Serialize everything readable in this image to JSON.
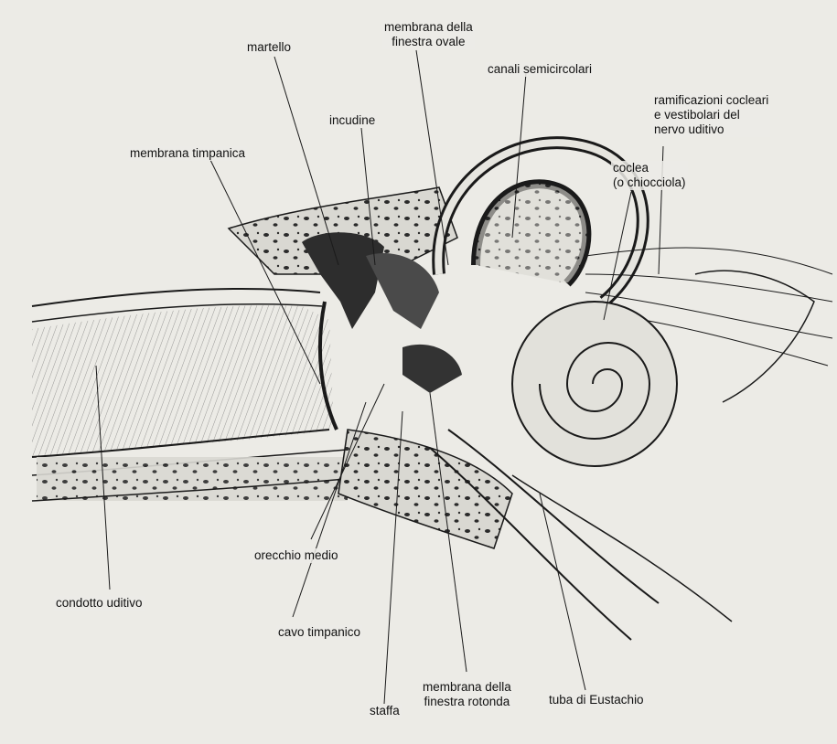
{
  "diagram": {
    "labels": {
      "martello": "martello",
      "membrana_finestra_ovale": "membrana della\nfinestra ovale",
      "canali_semicircolari": "canali semicircolari",
      "ramificazioni": "ramificazioni cocleari\ne vestibolari del\nnervo uditivo",
      "incudine": "incudine",
      "membrana_timpanica": "membrana timpanica",
      "coclea": "coclea\n(o chiocciola)",
      "orecchio_medio": "orecchio medio",
      "condotto_uditivo": "condotto uditivo",
      "cavo_timpanico": "cavo timpanico",
      "membrana_finestra_rotonda": "membrana della\nfinestra rotonda",
      "staffa": "staffa",
      "tuba_eustachio": "tuba di Eustachio"
    }
  },
  "colors": {
    "paper": "#ecebe6",
    "ink": "#1a1a1a",
    "bone": "#3a3a3a",
    "bgtext": "#a9a8a2"
  }
}
